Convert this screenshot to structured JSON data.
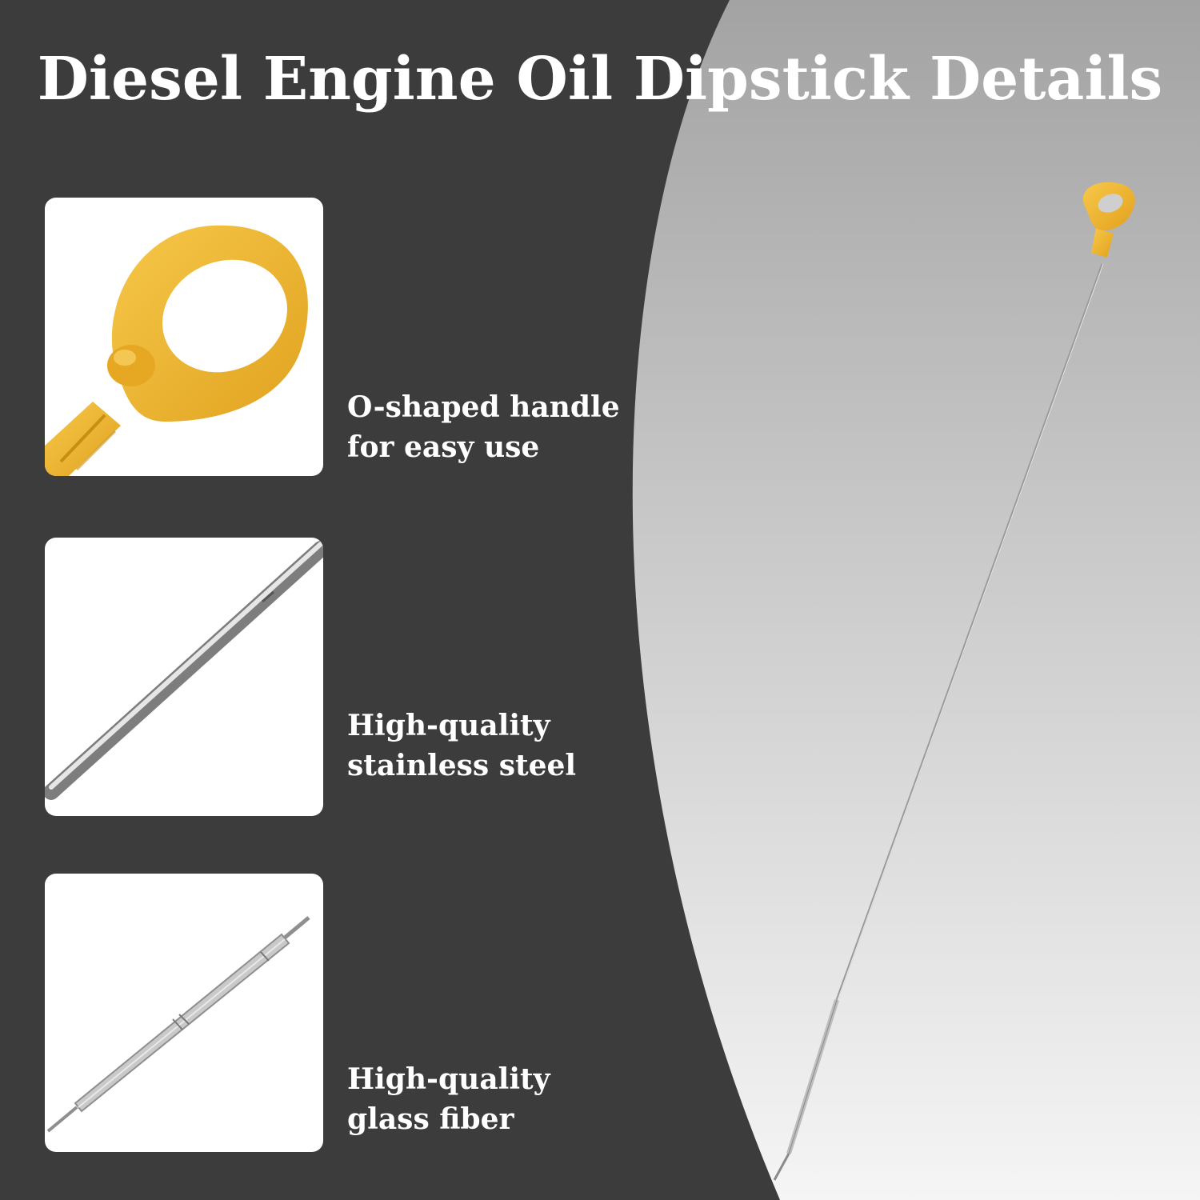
{
  "title": "Diesel Engine Oil Dipstick Details",
  "features": [
    {
      "icon": "o-handle-closeup-icon",
      "line1": "O-shaped handle",
      "line2": "for easy use"
    },
    {
      "icon": "steel-rod-closeup-icon",
      "line1": "High-quality",
      "line2": "stainless steel"
    },
    {
      "icon": "glass-fiber-tip-closeup-icon",
      "line1": "High-quality",
      "line2": "glass fiber"
    }
  ],
  "colors": {
    "background": "#3c3c3c",
    "panel_light": "#f4f4f4",
    "panel_dark": "#a9a9a9",
    "handle_yellow": "#f2b732",
    "text": "#ffffff"
  }
}
